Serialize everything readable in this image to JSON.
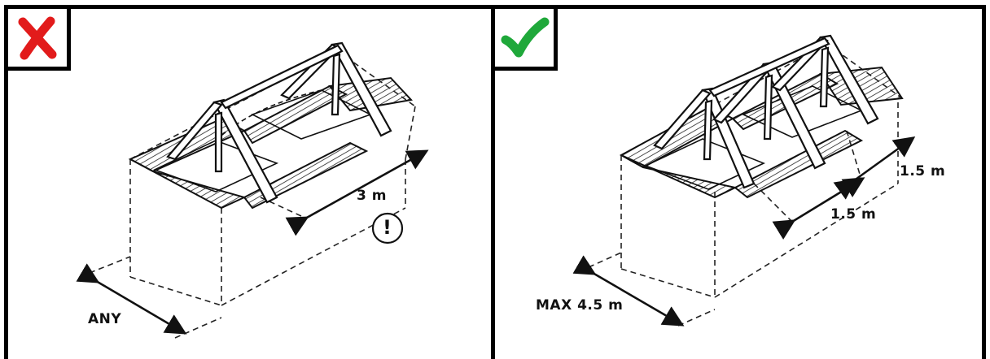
{
  "panels": {
    "left": {
      "status_icon": "cross-icon",
      "status_color": "#e21b1b",
      "length_label": "3 m",
      "width_label": "ANY",
      "warning_icon": "exclamation-icon",
      "warning_glyph": "!"
    },
    "right": {
      "status_icon": "check-icon",
      "status_color": "#1fa83a",
      "spacing_label_1": "1.5 m",
      "spacing_label_2": "1.5 m",
      "width_label": "MAX 4.5 m"
    }
  }
}
